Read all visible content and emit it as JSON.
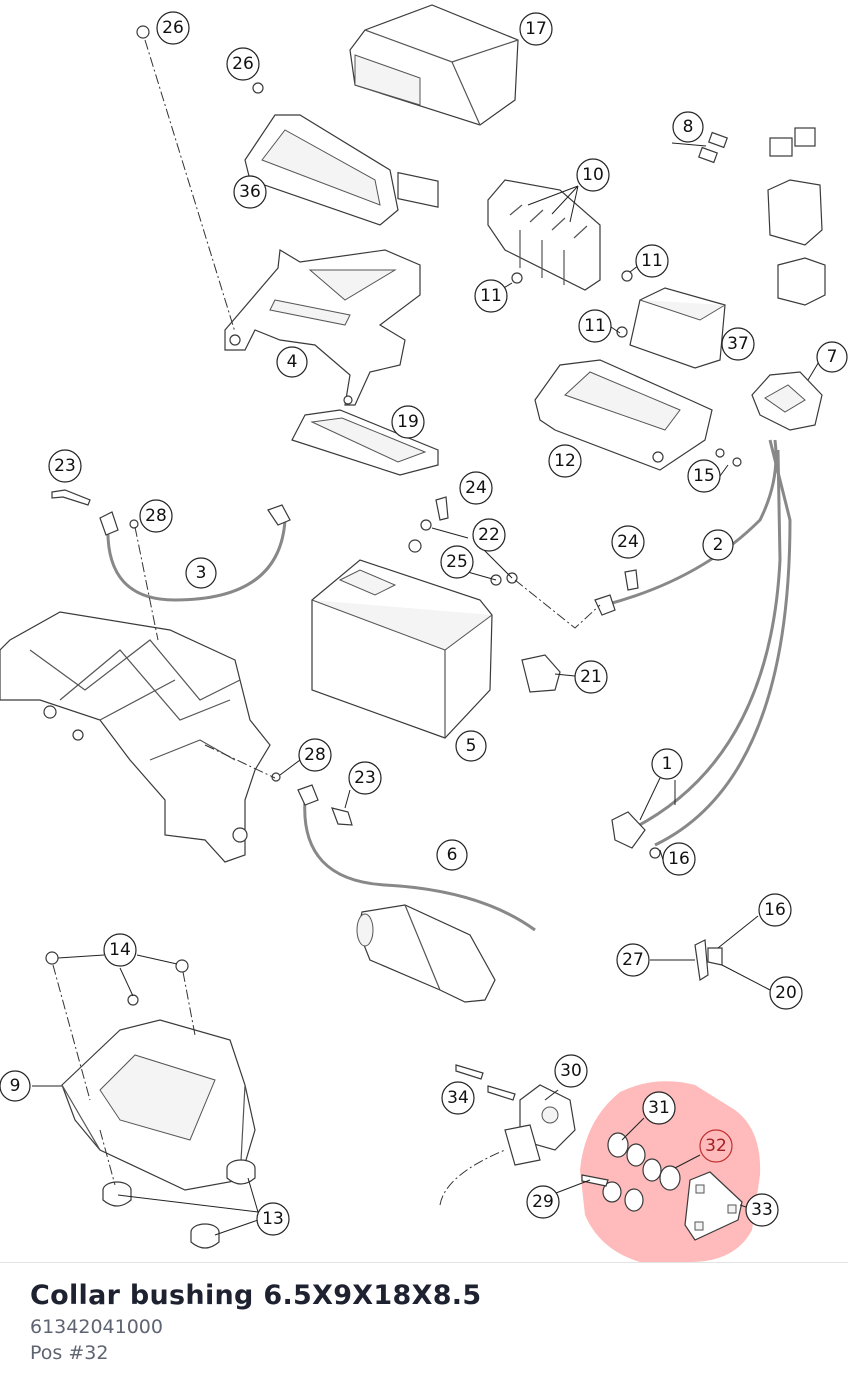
{
  "part": {
    "name": "Collar bushing 6.5X9X18X8.5",
    "number": "61342041000",
    "position": "Pos #32"
  },
  "highlight_color": "#ff4b4b",
  "callouts": [
    {
      "id": "c17",
      "label": "17"
    },
    {
      "id": "c26a",
      "label": "26"
    },
    {
      "id": "c26b",
      "label": "26"
    },
    {
      "id": "c36",
      "label": "36"
    },
    {
      "id": "c8",
      "label": "8"
    },
    {
      "id": "c10",
      "label": "10"
    },
    {
      "id": "c11a",
      "label": "11"
    },
    {
      "id": "c11b",
      "label": "11"
    },
    {
      "id": "c11c",
      "label": "11"
    },
    {
      "id": "c4",
      "label": "4"
    },
    {
      "id": "c37",
      "label": "37"
    },
    {
      "id": "c7",
      "label": "7"
    },
    {
      "id": "c19",
      "label": "19"
    },
    {
      "id": "c12",
      "label": "12"
    },
    {
      "id": "c15",
      "label": "15"
    },
    {
      "id": "c23a",
      "label": "23"
    },
    {
      "id": "c28a",
      "label": "28"
    },
    {
      "id": "c24a",
      "label": "24"
    },
    {
      "id": "c22",
      "label": "22"
    },
    {
      "id": "c24b",
      "label": "24"
    },
    {
      "id": "c2",
      "label": "2"
    },
    {
      "id": "c3",
      "label": "3"
    },
    {
      "id": "c25",
      "label": "25"
    },
    {
      "id": "c21",
      "label": "21"
    },
    {
      "id": "c5",
      "label": "5"
    },
    {
      "id": "c1",
      "label": "1"
    },
    {
      "id": "c28b",
      "label": "28"
    },
    {
      "id": "c23b",
      "label": "23"
    },
    {
      "id": "c6",
      "label": "6"
    },
    {
      "id": "c16a",
      "label": "16"
    },
    {
      "id": "c16b",
      "label": "16"
    },
    {
      "id": "c27",
      "label": "27"
    },
    {
      "id": "c20",
      "label": "20"
    },
    {
      "id": "c14",
      "label": "14"
    },
    {
      "id": "c9",
      "label": "9"
    },
    {
      "id": "c30",
      "label": "30"
    },
    {
      "id": "c34",
      "label": "34"
    },
    {
      "id": "c31",
      "label": "31"
    },
    {
      "id": "c32",
      "label": "32"
    },
    {
      "id": "c29",
      "label": "29"
    },
    {
      "id": "c33",
      "label": "33"
    },
    {
      "id": "c13",
      "label": "13"
    }
  ]
}
